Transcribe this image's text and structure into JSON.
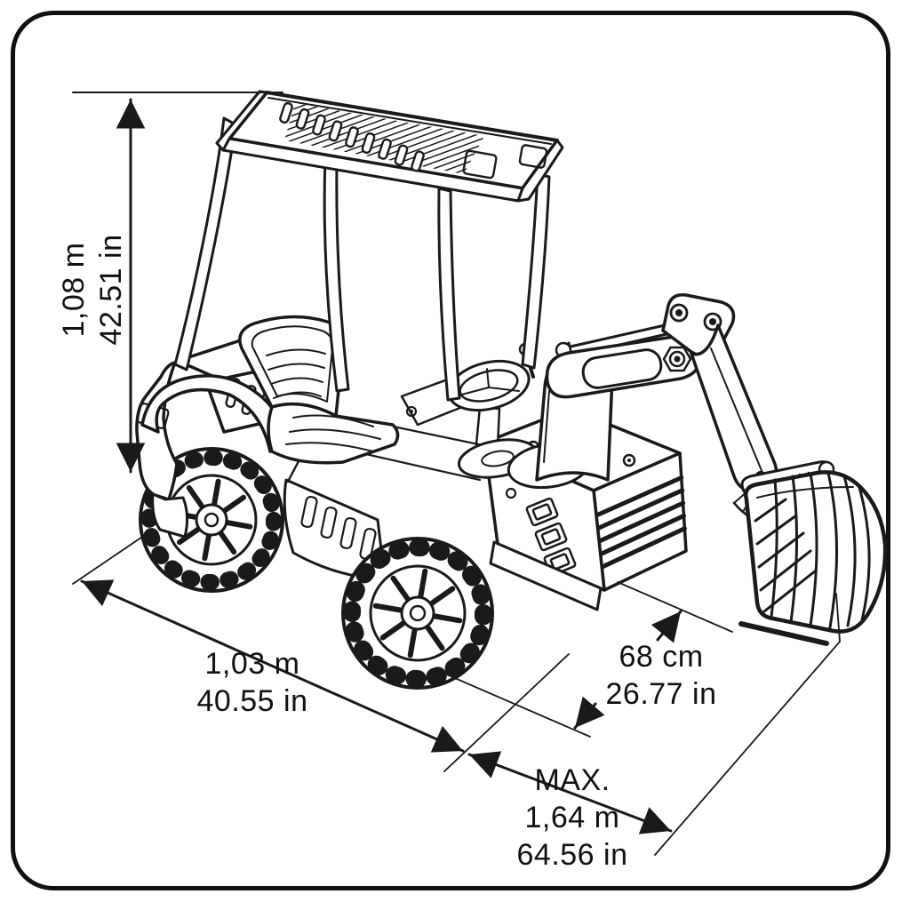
{
  "diagram": {
    "subject": "ride-on toy backhoe excavator line drawing with overall dimensions",
    "style": {
      "line_color": "#1a1a1a",
      "background": "#ffffff"
    },
    "dimensions": {
      "height": {
        "metric": "1,08 m",
        "imperial": "42.51 in"
      },
      "length": {
        "metric": "1,03 m",
        "imperial": "40.55 in"
      },
      "width": {
        "metric": "68 cm",
        "imperial": "26.77 in"
      },
      "reach_max": {
        "label": "MAX.",
        "metric": "1,64 m",
        "imperial": "64.56 in"
      }
    }
  }
}
